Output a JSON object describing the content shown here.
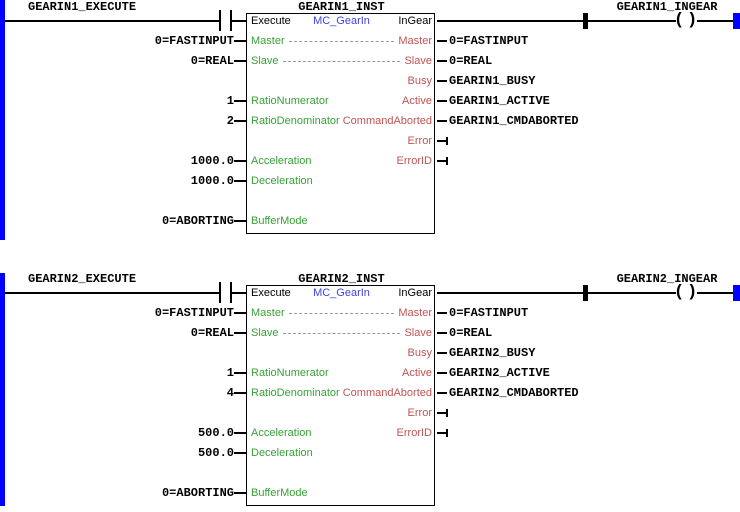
{
  "colors": {
    "rail": "#0000ff",
    "wire": "#000000",
    "input_param": "#36a236",
    "output_param": "#c05454",
    "fb_type": "#4040e8",
    "label": "#000000",
    "inout_dash": "#999999"
  },
  "fb_pins": {
    "execute": "Execute",
    "in_gear": "InGear",
    "master": "Master",
    "slave": "Slave",
    "busy": "Busy",
    "active": "Active",
    "command_aborted": "CommandAborted",
    "error": "Error",
    "error_id": "ErrorID",
    "ratio_numerator": "RatioNumerator",
    "ratio_denominator": "RatioDenominator",
    "acceleration": "Acceleration",
    "deceleration": "Deceleration",
    "buffer_mode": "BufferMode"
  },
  "networks": [
    {
      "contact_label": "GEARIN1_EXECUTE",
      "instance_name": "GEARIN1_INST",
      "fb_type": "MC_GearIn",
      "coil_label": "GEARIN1_INGEAR",
      "left_operands": {
        "master": "0=FASTINPUT",
        "slave": "0=REAL",
        "ratio_numerator": "1",
        "ratio_denominator": "2",
        "acceleration": "1000.0",
        "deceleration": "1000.0",
        "buffer_mode": "0=ABORTING"
      },
      "right_operands": {
        "master": "0=FASTINPUT",
        "slave": "0=REAL",
        "busy": "GEARIN1_BUSY",
        "active": "GEARIN1_ACTIVE",
        "command_aborted": "GEARIN1_CMDABORTED"
      }
    },
    {
      "contact_label": "GEARIN2_EXECUTE",
      "instance_name": "GEARIN2_INST",
      "fb_type": "MC_GearIn",
      "coil_label": "GEARIN2_INGEAR",
      "left_operands": {
        "master": "0=FASTINPUT",
        "slave": "0=REAL",
        "ratio_numerator": "1",
        "ratio_denominator": "4",
        "acceleration": "500.0",
        "deceleration": "500.0",
        "buffer_mode": "0=ABORTING"
      },
      "right_operands": {
        "master": "0=FASTINPUT",
        "slave": "0=REAL",
        "busy": "GEARIN2_BUSY",
        "active": "GEARIN2_ACTIVE",
        "command_aborted": "GEARIN2_CMDABORTED"
      }
    }
  ]
}
